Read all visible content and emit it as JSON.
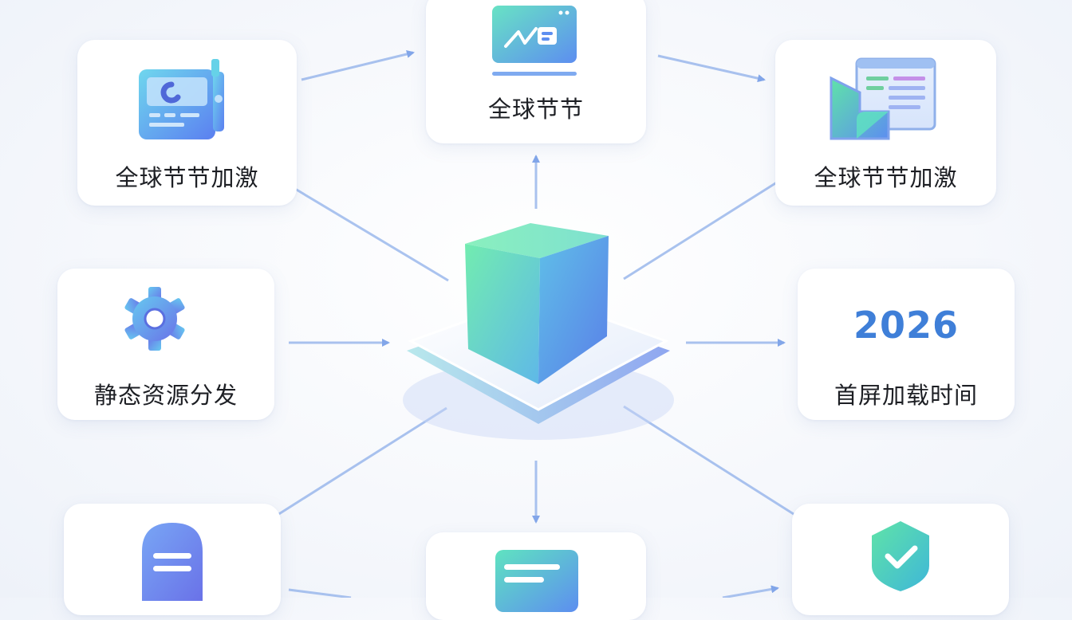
{
  "nodes": {
    "top_left": {
      "label": "全球节节加激",
      "icon": "server-monitor-icon"
    },
    "top_center": {
      "label": "全球节节",
      "icon": "monitor-analytics-icon"
    },
    "top_right": {
      "label": "全球节节加激",
      "icon": "dashboard-window-icon"
    },
    "middle_left": {
      "label": "静态资源分发",
      "icon": "gear-icon"
    },
    "middle_right": {
      "number": "2026",
      "label": "首屏加载时间"
    },
    "bottom_left": {
      "icon": "lock-icon"
    },
    "bottom_center": {
      "icon": "document-list-icon"
    },
    "bottom_right": {
      "icon": "shield-check-icon"
    }
  },
  "hub": {
    "icon": "cube-platform-icon"
  },
  "colors": {
    "arrow": "#8fb0ea",
    "arrow_head": "#6e98e6",
    "accent": "#3f7fd8",
    "green": "#5fe3a8",
    "blue": "#5d8ef0"
  }
}
